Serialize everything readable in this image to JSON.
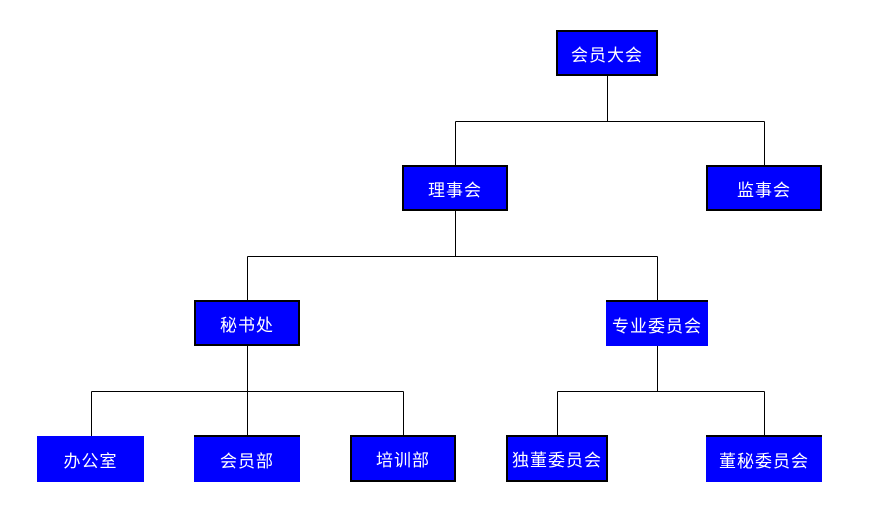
{
  "org_chart": {
    "colors": {
      "box": "#0000ff",
      "text": "#ffffff",
      "line": "#000000"
    },
    "nodes": {
      "general_assembly": "会员大会",
      "council": "理事会",
      "supervisory_board": "监事会",
      "secretariat": "秘书处",
      "special_committees": "专业委员会",
      "office": "办公室",
      "membership_dept": "会员部",
      "training_dept": "培训部",
      "independent_directors_committee": "独董委员会",
      "board_secretaries_committee": "董秘委员会"
    }
  }
}
